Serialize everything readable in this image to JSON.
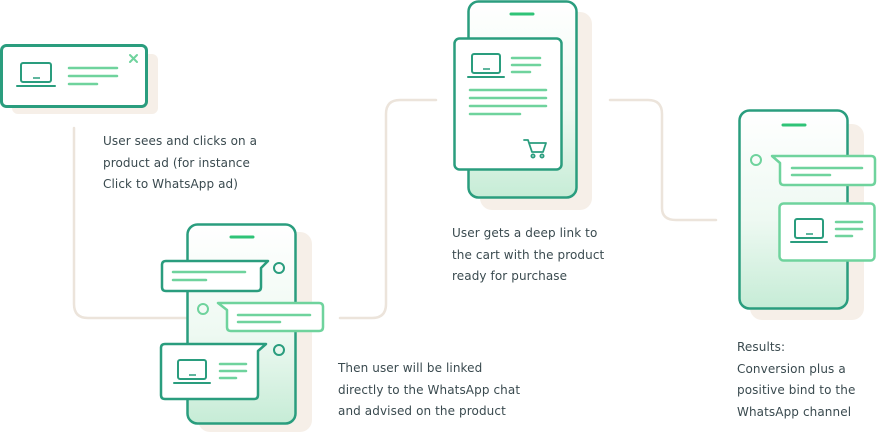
{
  "steps": [
    {
      "lines": [
        "User sees and clicks on a",
        "product ad (for instance",
        "Click to WhatsApp ad)"
      ]
    },
    {
      "lines": [
        "Then user will be linked",
        "directly to the WhatsApp chat",
        "and advised on the product"
      ]
    },
    {
      "lines": [
        "User gets a deep link to",
        "the cart with the product",
        "ready for purchase"
      ]
    },
    {
      "lines": [
        "Results:",
        "Conversion plus a",
        "positive bind to the",
        "WhatsApp channel"
      ]
    }
  ],
  "icons": {
    "ad_close": "close-icon",
    "laptop": "laptop-icon",
    "cart": "shopping-cart-icon",
    "chat_status": "circle-status-icon"
  },
  "colors": {
    "primary_green": "#2a9d7e",
    "light_green": "#6fd39d",
    "accent_green": "#2fc377",
    "shadow_beige": "#f6efe8",
    "connector": "#ece4db",
    "text": "#3a4a4f"
  }
}
